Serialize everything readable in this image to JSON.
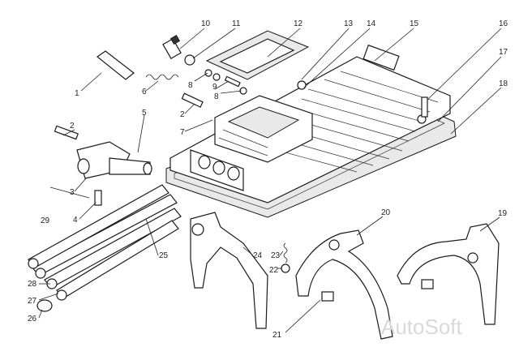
{
  "diagram": {
    "callouts": [
      "1",
      "2",
      "2",
      "3",
      "4",
      "5",
      "6",
      "7",
      "8",
      "8",
      "9",
      "10",
      "11",
      "12",
      "13",
      "14",
      "15",
      "16",
      "17",
      "18",
      "19",
      "20",
      "21",
      "22",
      "23",
      "24",
      "25",
      "26",
      "27",
      "28",
      "29"
    ],
    "watermark": "AutoSoft"
  },
  "colors": {
    "ink": "#1a1a1a",
    "paper": "#ffffff",
    "watermark": "#d9d9d9"
  }
}
